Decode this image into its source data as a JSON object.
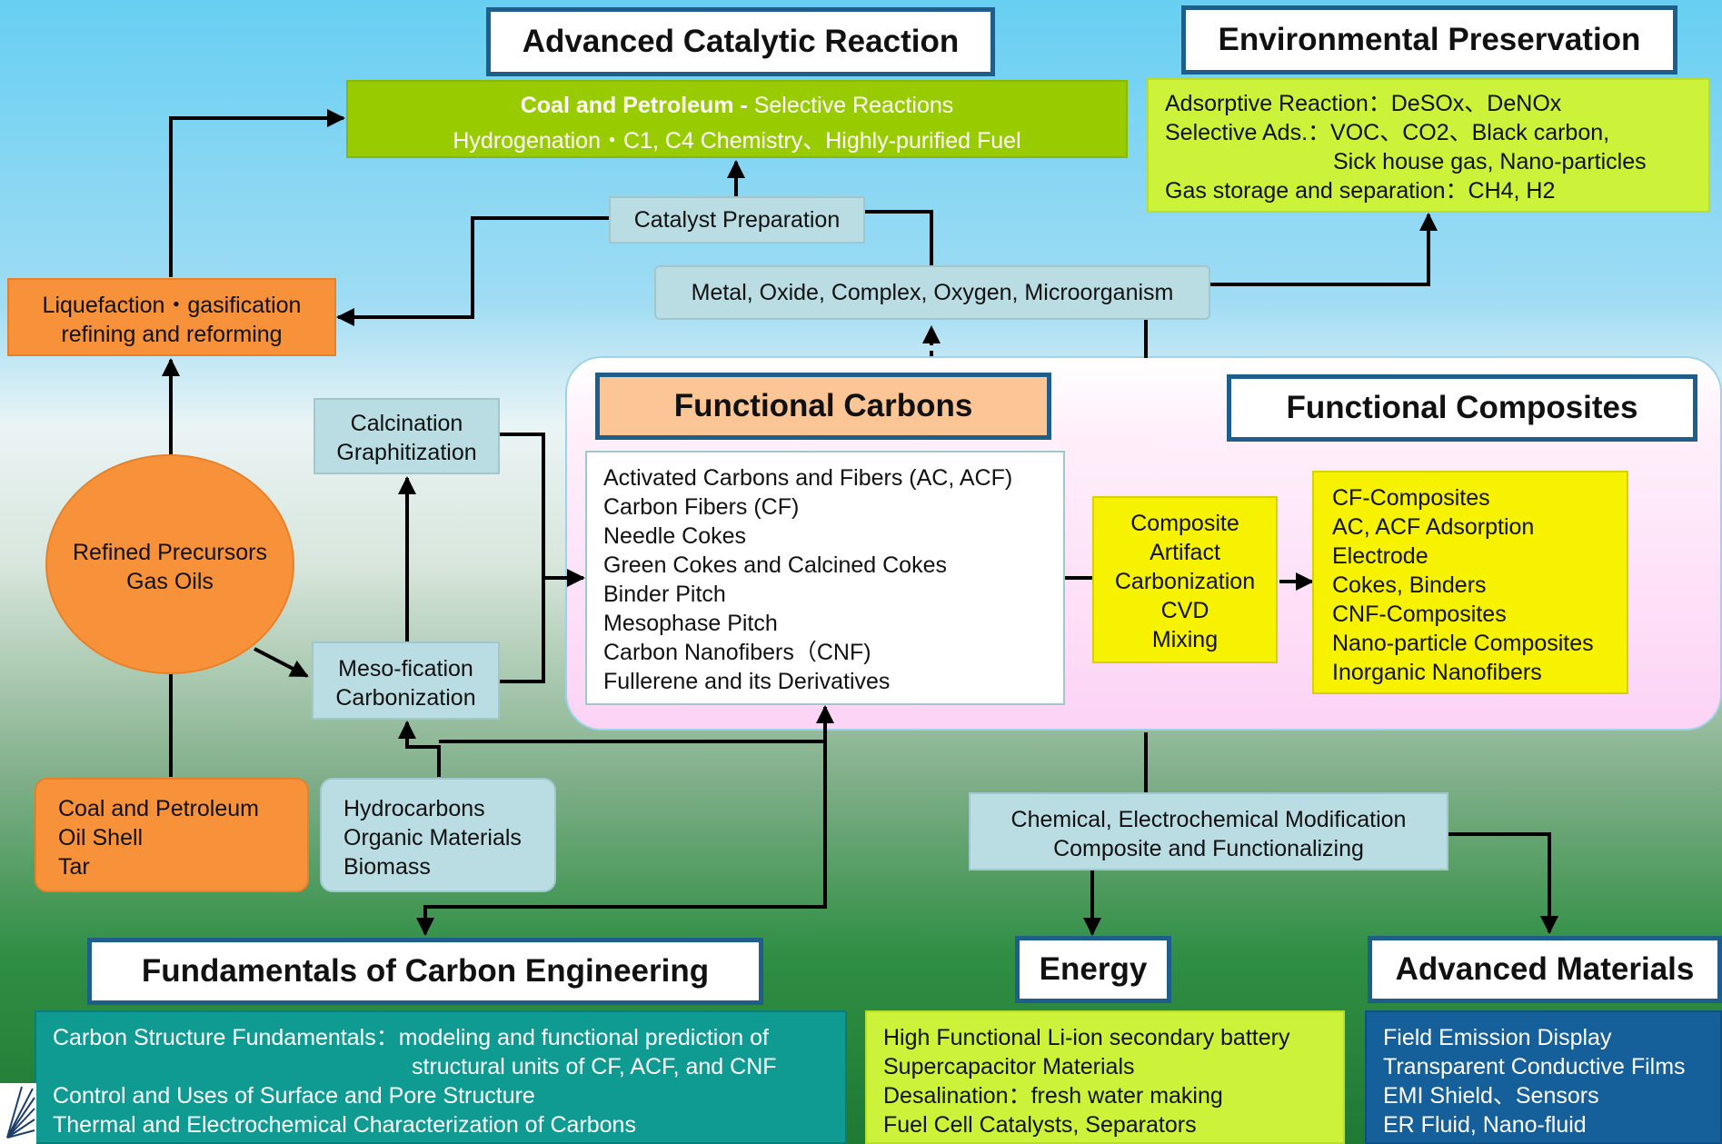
{
  "titles": {
    "advanced_catalytic": "Advanced Catalytic Reaction",
    "environmental": "Environmental Preservation",
    "functional_carbons": "Functional Carbons",
    "functional_composites": "Functional Composites",
    "fundamentals": "Fundamentals of Carbon Engineering",
    "energy": "Energy",
    "advanced_materials": "Advanced Materials"
  },
  "coal_petroleum_box": {
    "bold": "Coal and Petroleum - ",
    "rest": "Selective Reactions",
    "line2": "Hydrogenation・C1, C4 Chemistry、Highly-purified Fuel"
  },
  "catalyst_preparation": "Catalyst Preparation",
  "metal_oxide": "Metal, Oxide, Complex, Oxygen, Microorganism",
  "environmental_box": {
    "line1": "Adsorptive Reaction：DeSOx、DeNOx",
    "line2": "Selective Ads.：VOC、CO2、Black carbon,",
    "line3": "Sick house gas, Nano-particles",
    "line4": "Gas storage and separation：CH4, H2"
  },
  "liquefaction": {
    "line1": "Liquefaction・gasification",
    "line2": "refining and reforming"
  },
  "calcination": {
    "line1": "Calcination",
    "line2": "Graphitization"
  },
  "refined_precursors": {
    "line1": "Refined Precursors",
    "line2": "Gas Oils"
  },
  "mesofication": {
    "line1": "Meso-fication",
    "line2": "Carbonization"
  },
  "coal_sources": {
    "line1": "Coal and Petroleum",
    "line2": "Oil Shell",
    "line3": "Tar"
  },
  "hydrocarbons": {
    "line1": "Hydrocarbons",
    "line2": "Organic Materials",
    "line3": "Biomass"
  },
  "functional_carbons_list": [
    "Activated Carbons and Fibers (AC, ACF)",
    "Carbon Fibers (CF)",
    "Needle Cokes",
    "Green Cokes and Calcined Cokes",
    "Binder Pitch",
    "Mesophase Pitch",
    "Carbon Nanofibers（CNF)",
    "Fullerene and its Derivatives"
  ],
  "composite_process": [
    "Composite",
    "Artifact",
    "Carbonization",
    "CVD",
    "Mixing"
  ],
  "composites_list": [
    "CF-Composites",
    "AC, ACF Adsorption",
    "Electrode",
    "Cokes, Binders",
    "CNF-Composites",
    "Nano-particle Composites",
    "Inorganic Nanofibers"
  ],
  "modification": {
    "line1": "Chemical, Electrochemical Modification",
    "line2": "Composite and Functionalizing"
  },
  "fundamentals_list": {
    "line1": "Carbon Structure Fundamentals：modeling and functional prediction of",
    "line2": "structural units of CF, ACF, and CNF",
    "line3": "Control and Uses of Surface and Pore Structure",
    "line4": "Thermal and Electrochemical Characterization of Carbons"
  },
  "energy_list": [
    "High Functional Li-ion secondary battery",
    "Supercapacitor Materials",
    "Desalination：fresh water making",
    "Fuel Cell Catalysts, Separators"
  ],
  "advanced_materials_list": [
    "Field Emission Display",
    "Transparent Conductive Films",
    "EMI Shield、Sensors",
    "ER Fluid, Nano-fluid"
  ],
  "colors": {
    "title_border": "#1d5f8a",
    "teal_box": "#b9dde2",
    "orange_box": "#f7923a",
    "lime_box": "#cdf23a",
    "yellow_box": "#f7f200",
    "green_box": "#99cc00",
    "functional_carbons_title": "#fbc596",
    "fundamentals_panel": "#0f9a92",
    "advanced_materials_panel": "#155f9a"
  }
}
